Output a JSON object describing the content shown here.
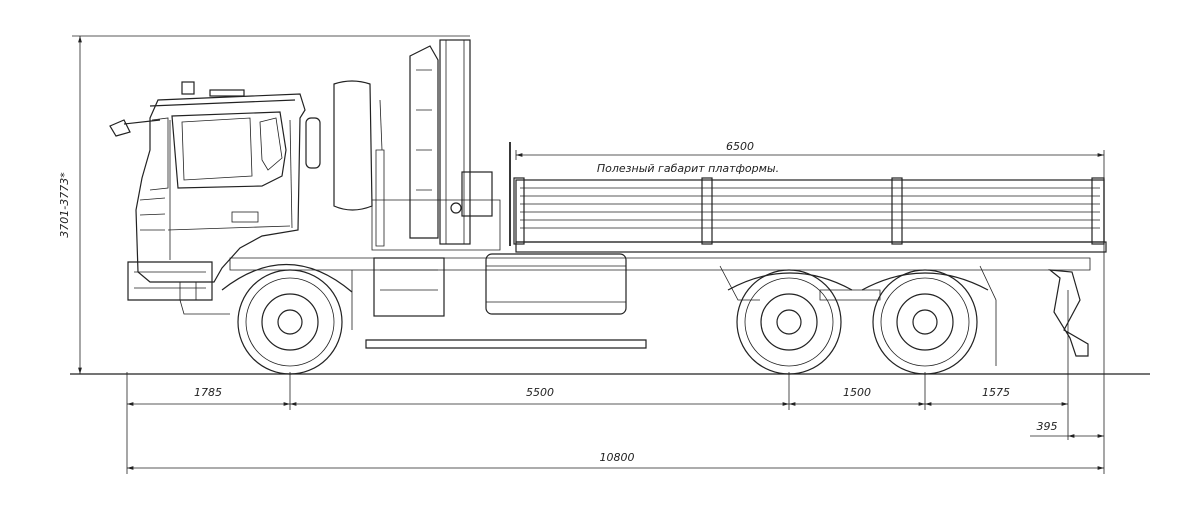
{
  "dimensions": {
    "height": "3701-3773*",
    "platform_length": "6500",
    "platform_note": "Полезный габарит платформы.",
    "front_overhang": "1785",
    "wheelbase_1": "5500",
    "wheelbase_2": "1500",
    "rear_overhang": "1575",
    "rear_offset": "395",
    "overall_length": "10800"
  }
}
